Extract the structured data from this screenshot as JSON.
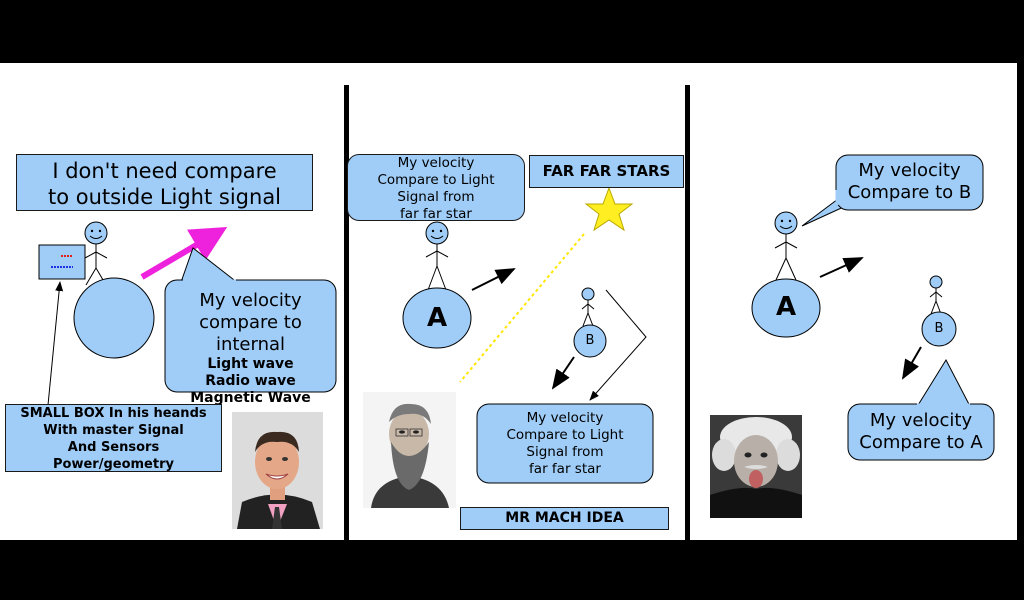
{
  "colors": {
    "bubble_fill": "#9fcdf8",
    "magenta_arrow": "#ee22dd",
    "star": "#ffee22",
    "light_signal": "#ffe600"
  },
  "panel1": {
    "title_line1": "I don't need compare",
    "title_line2": "to outside Light signal",
    "bubble": {
      "line1": "My velocity",
      "line2": "compare to internal",
      "line3": "Light wave",
      "line4": "Radio wave",
      "line5": "Magnetic Wave"
    },
    "smallbox": {
      "line1": "SMALL BOX In his heands",
      "line2": "With master Signal",
      "line3": "And Sensors",
      "line4": "Power/geometry"
    },
    "photo_icon": "smiling-man-portrait"
  },
  "panel2": {
    "bubble_a": {
      "line1": "My velocity",
      "line2": "Compare to Light",
      "line3": "Signal from",
      "line4": "far far star"
    },
    "stars_label": "FAR FAR STARS",
    "circle_a": "A",
    "circle_b": "B",
    "bubble_b": {
      "line1": "My velocity",
      "line2": "Compare to Light",
      "line3": "Signal from",
      "line4": "far far star"
    },
    "caption": "MR MACH IDEA",
    "photo_icon": "bearded-man-portrait"
  },
  "panel3": {
    "bubble_a": {
      "line1": "My velocity",
      "line2": "Compare to B"
    },
    "circle_a": "A",
    "circle_b": "B",
    "bubble_b": {
      "line1": "My velocity",
      "line2": "Compare to A"
    },
    "photo_icon": "einstein-tongue-portrait"
  }
}
